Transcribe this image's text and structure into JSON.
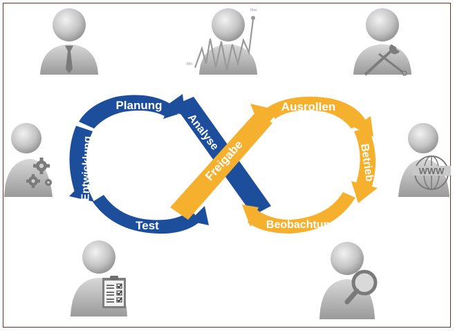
{
  "diagram": {
    "left_loop_stages": [
      "Planung",
      "Entwicklung",
      "Test",
      "Analyse"
    ],
    "right_loop_stages": [
      "Freigabe",
      "Ausrollen",
      "Betrieb",
      "Beobachtung"
    ],
    "icons": [
      "person-business-icon",
      "person-chart-icon",
      "person-tools-icon",
      "person-gears-icon",
      "person-globe-icon",
      "person-clipboard-icon",
      "person-magnifier-icon"
    ],
    "chart_labels": {
      "max": "Max",
      "min": "Min"
    },
    "globe_text": "WWW",
    "colors": {
      "blue": "#1c4e9c",
      "yellow": "#f5b02e",
      "person_gray": "#b3b3b3",
      "frame": "#6b2f1f"
    }
  }
}
